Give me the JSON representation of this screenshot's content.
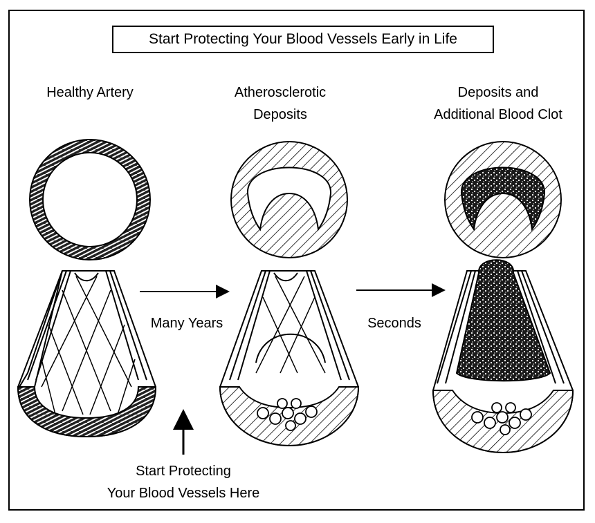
{
  "title": "Start Protecting Your Blood Vessels Early in Life",
  "stages": [
    {
      "label_line1": "Healthy Artery",
      "label_line2": ""
    },
    {
      "label_line1": "Atherosclerotic",
      "label_line2": "Deposits"
    },
    {
      "label_line1": "Deposits and",
      "label_line2": "Additional  Blood Clot"
    }
  ],
  "transitions": [
    {
      "label": "Many Years"
    },
    {
      "label": "Seconds"
    }
  ],
  "callout": {
    "line1": "Start Protecting",
    "line2": "Your Blood Vessels Here"
  }
}
